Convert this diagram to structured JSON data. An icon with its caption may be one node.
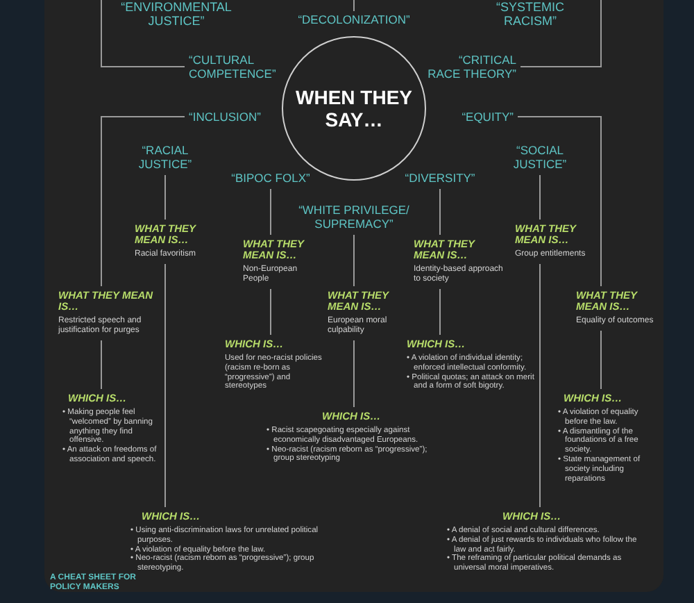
{
  "diagram": {
    "nodes": [
      {
        "text": [
          "“DECOLONIZATION”"
        ]
      },
      {
        "text": [
          "“CULTURAL COMPETENCE”"
        ]
      },
      {
        "text": [
          "“CRITICAL RACE THEORY”"
        ]
      },
      {
        "text": [
          "WHEN THEY SAY…"
        ]
      },
      {
        "text": [
          "“INCLUSION”"
        ]
      },
      {
        "text": [
          "“EQUITY”"
        ]
      },
      {
        "text": [
          "“RACIAL JUSTICE”"
        ]
      },
      {
        "text": [
          "“SOCIAL JUSTICE”"
        ]
      },
      {
        "text": [
          "“BIPOC FOLX”"
        ]
      },
      {
        "text": [
          "“DIVERSITY”"
        ]
      },
      {
        "text": [
          "“WHITE PRIVILEGE/ SUPREMACY”"
        ]
      },
      {
        "text": [
          "WHAT THEY MEAN IS…",
          "Racial favoritism"
        ]
      },
      {
        "text": [
          "WHAT THEY MEAN IS…",
          "Non-European People"
        ]
      },
      {
        "text": [
          "WHAT THEY MEAN IS…",
          "Identity-based approach to society"
        ]
      },
      {
        "text": [
          "WHAT THEY MEAN IS…",
          "Group entitlements"
        ]
      },
      {
        "text": [
          "WHAT THEY MEAN IS…",
          "Restricted speech and justification for purges"
        ]
      },
      {
        "text": [
          "WHAT THEY MEAN IS…",
          "European moral culpability"
        ]
      },
      {
        "text": [
          "WHAT THEY MEAN IS…",
          "Equality of outcomes"
        ]
      },
      {
        "text": [
          "WHICH IS…",
          "Used for neo-racist policies (racism re-born as “progressive”) and stereotypes"
        ]
      },
      {
        "text": [
          "WHICH IS…",
          "• A violation of individual identity; enforced intellectual conformity.",
          "• Political quotas; an attack on merit and a form of soft bigotry."
        ]
      },
      {
        "text": [
          "WHICH IS…",
          "• Making people feel “welcomed” by banning anything they find offensive.",
          "• An attack on freedoms of association and speech."
        ]
      },
      {
        "text": [
          "WHICH IS…",
          "• A violation of equality before the law.",
          "• A dismantling of the foundations of a free society.",
          "• State management of society including reparations"
        ]
      },
      {
        "text": [
          "WHICH IS…",
          "• Racist scapegoating especially against economically disadvantaged Europeans.",
          "• Neo-racist (racism reborn as “progressive”); group stereotyping"
        ]
      },
      {
        "text": [
          "WHICH IS…",
          "• Using anti-discrimination laws for unrelated political purposes.",
          "• A violation of equality before the law.",
          "• Neo-racist (racism reborn as “progressive”); group stereotyping."
        ]
      },
      {
        "text": [
          "WHICH IS…",
          "• A denial of social and cultural differences.",
          "• A denial of just rewards to individuals who follow the law and act fairly.",
          "• The reframing of particular political demands as universal moral imperatives."
        ]
      }
    ],
    "edges": [
      {
        "from": null,
        "to": 1,
        "arrow": "none"
      },
      {
        "from": null,
        "to": 0,
        "arrow": "none"
      },
      {
        "from": null,
        "to": 2,
        "arrow": "none"
      },
      {
        "from": 4,
        "to": 15,
        "arrow": "none"
      },
      {
        "from": 15,
        "to": 20,
        "arrow": "none"
      },
      {
        "from": 5,
        "to": 17,
        "arrow": "none"
      },
      {
        "from": 17,
        "to": 21,
        "arrow": "none"
      },
      {
        "from": 6,
        "to": 11,
        "arrow": "none"
      },
      {
        "from": 11,
        "to": 23,
        "arrow": "none"
      },
      {
        "from": 8,
        "to": 12,
        "arrow": "none"
      },
      {
        "from": 12,
        "to": 18,
        "arrow": "none"
      },
      {
        "from": 10,
        "to": 16,
        "arrow": "none"
      },
      {
        "from": 16,
        "to": 22,
        "arrow": "none"
      },
      {
        "from": 9,
        "to": 13,
        "arrow": "none"
      },
      {
        "from": 13,
        "to": 19,
        "arrow": "none"
      },
      {
        "from": 7,
        "to": 14,
        "arrow": "none"
      },
      {
        "from": 14,
        "to": 24,
        "arrow": "none"
      }
    ],
    "labels": [
      "“ENVIRONMENTAL JUSTICE”",
      "“SYSTEMIC RACISM”",
      "A CHEAT SHEET FOR POLICY MAKERS"
    ]
  }
}
